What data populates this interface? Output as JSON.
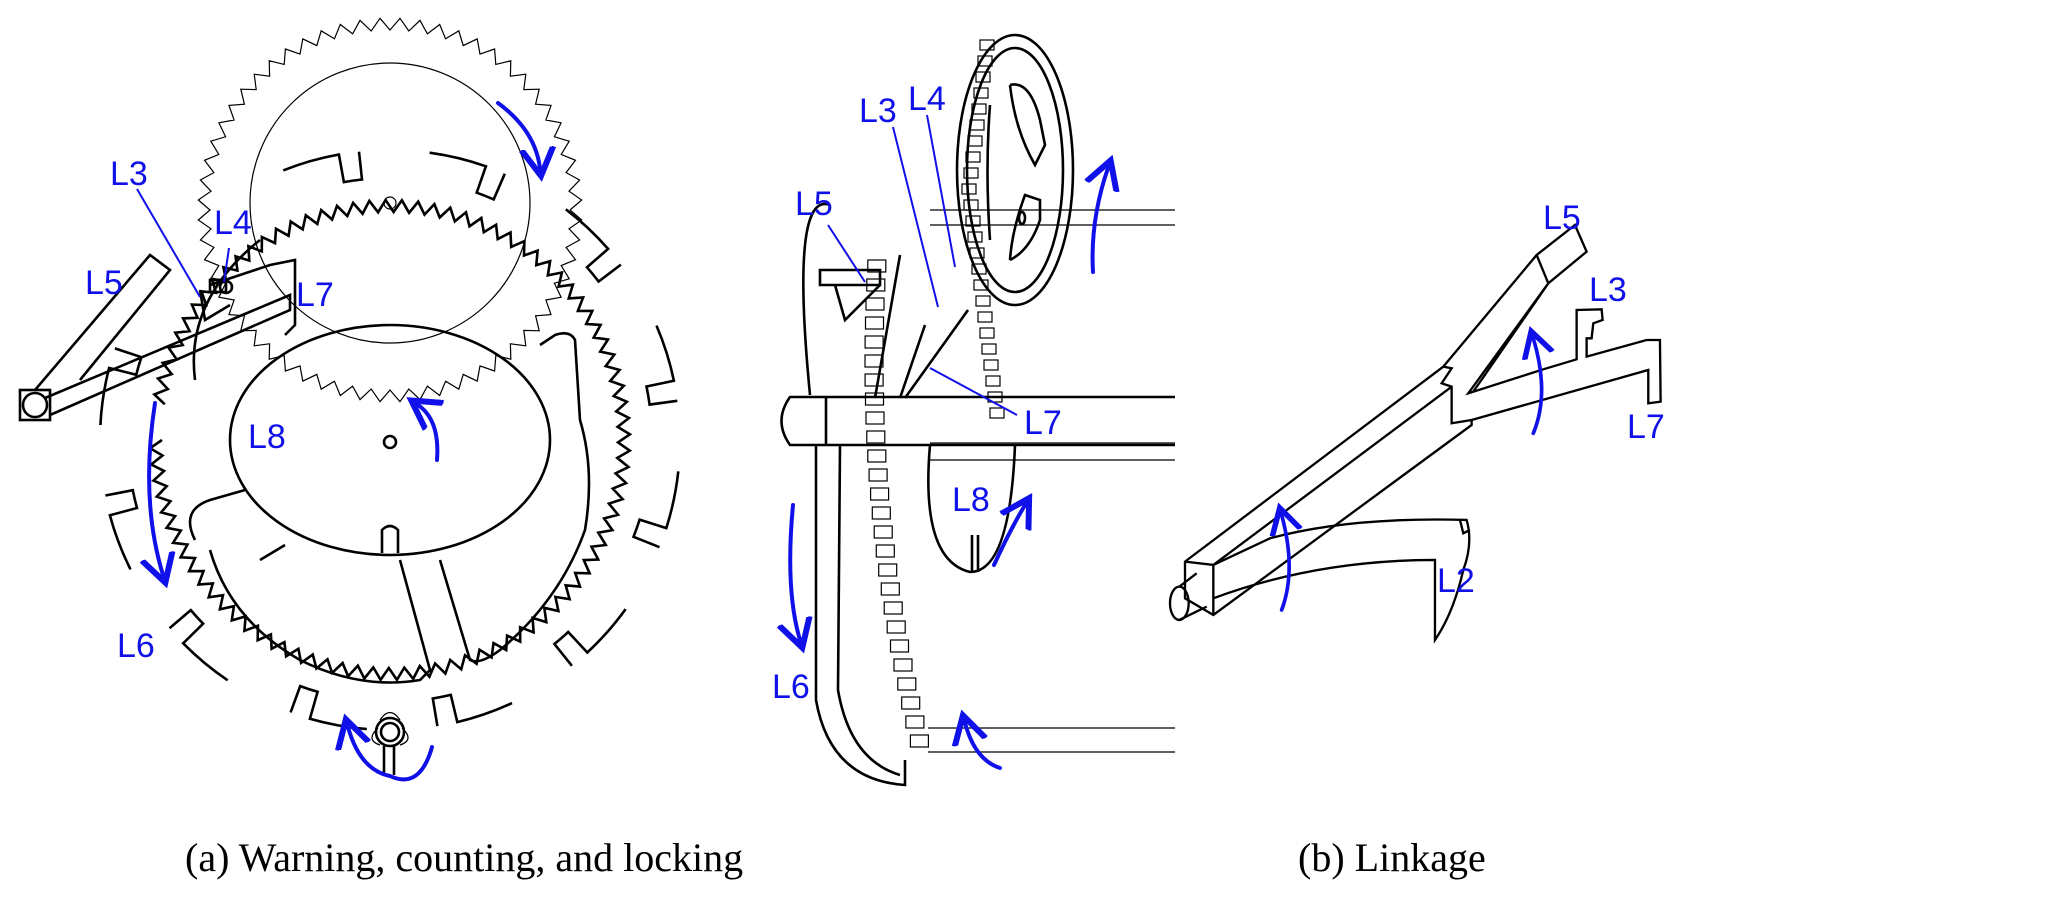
{
  "figure": {
    "panel_a": {
      "caption": "(a) Warning, counting, and locking",
      "front_view_labels": {
        "L3": "L3",
        "L4": "L4",
        "L5": "L5",
        "L7": "L7",
        "L8": "L8",
        "L6": "L6"
      },
      "side_view_labels": {
        "L3": "L3",
        "L4": "L4",
        "L5": "L5",
        "L7": "L7",
        "L8": "L8",
        "L6": "L6"
      }
    },
    "panel_b": {
      "caption": "(b) Linkage",
      "labels": {
        "L5": "L5",
        "L3": "L3",
        "L7": "L7",
        "L2": "L2"
      }
    },
    "colors": {
      "label": "#1010e8",
      "line": "#000000",
      "background": "#ffffff"
    }
  }
}
